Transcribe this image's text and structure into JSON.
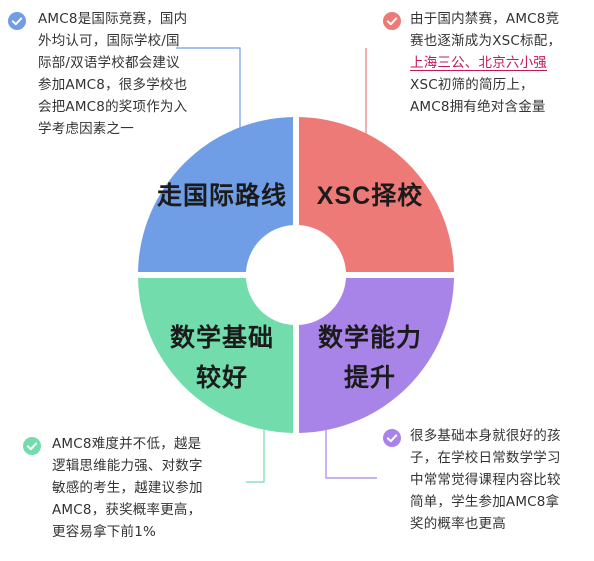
{
  "colors": {
    "blue": "#6f9de6",
    "red": "#ee7a77",
    "green": "#73dcac",
    "purple": "#a984e8"
  },
  "quadrants": {
    "top_left": {
      "label": "走国际路线"
    },
    "top_right": {
      "label": "XSC择校"
    },
    "bottom_left": {
      "line1": "数学基础",
      "line2": "较好"
    },
    "bottom_right": {
      "line1": "数学能力",
      "line2": "提升"
    }
  },
  "notes": {
    "top_left": {
      "icon": "check-circle-blue-icon",
      "text": "AMC8是国际竞赛，国内外均认可，国际学校/国际部/双语学校都会建议参加AMC8，很多学校也会把AMC8的奖项作为入学考虑因素之一"
    },
    "top_right": {
      "icon": "check-circle-red-icon",
      "text_before": "由于国内禁赛，AMC8竞赛也逐渐成为XSC标配，",
      "highlight": "上海三公、北京六小强",
      "text_after": "XSC初筛的简历上，AMC8拥有绝对含金量"
    },
    "bottom_left": {
      "icon": "check-circle-green-icon",
      "text": "AMC8难度并不低，越是逻辑思维能力强、对数字敏感的考生，越建议参加AMC8，获奖概率更高，更容易拿下前1%"
    },
    "bottom_right": {
      "icon": "check-circle-purple-icon",
      "text": "很多基础本身就很好的孩子，在学校日常数学学习中常常觉得课程内容比较简单，学生参加AMC8拿奖的概率也更高"
    }
  }
}
